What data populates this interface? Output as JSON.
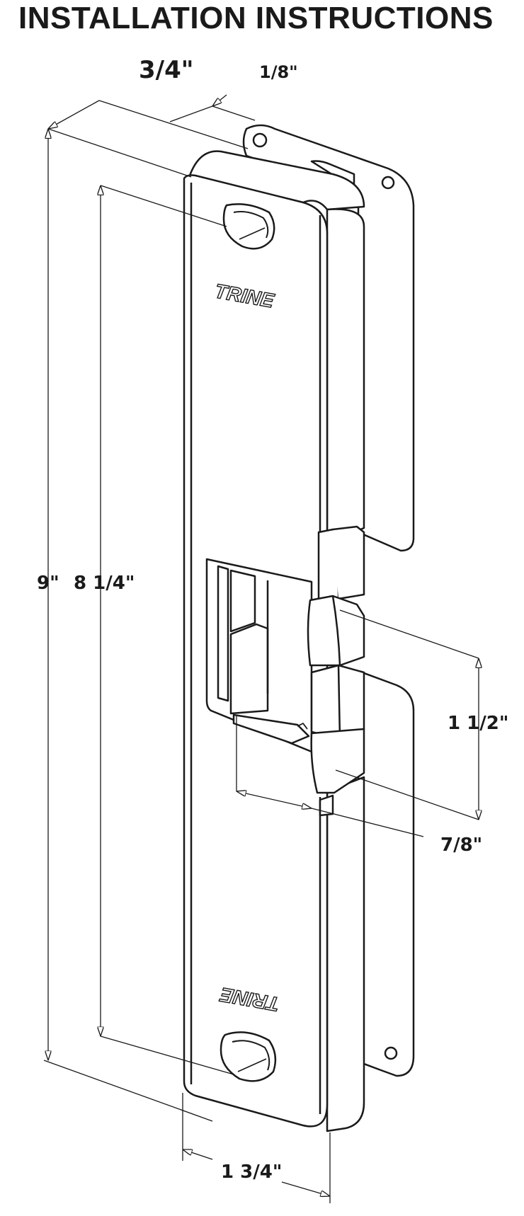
{
  "title": "INSTALLATION INSTRUCTIONS",
  "brand": "TRINE",
  "dimensions": {
    "face_depth": "3/4\"",
    "plate_offset": "1/8\"",
    "total_height": "9\"",
    "hole_spacing": "8 1/4\"",
    "keeper_opening": "1 1/2\"",
    "keeper_depth": "7/8\"",
    "face_width": "1 3/4\""
  },
  "colors": {
    "line": "#1a1a1a",
    "background": "#ffffff"
  }
}
